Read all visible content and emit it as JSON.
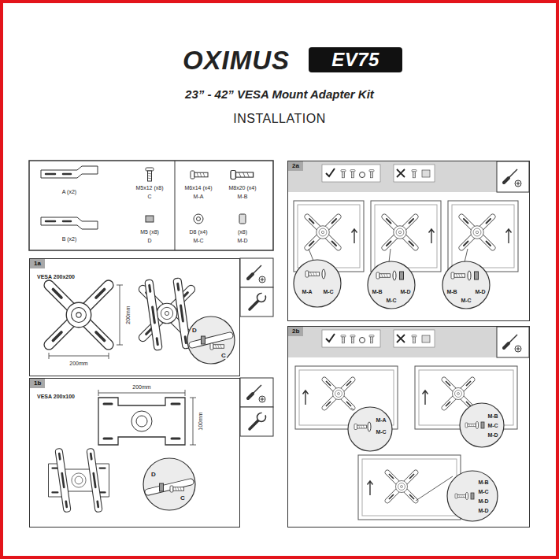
{
  "diagram": {
    "title": "23” - 42” VESA Mount Adapter Kit",
    "nodes": [
      {
        "text": [
          "EV75"
        ]
      },
      {
        "text": [
          "1a",
          "VESA 200x200"
        ]
      },
      {
        "text": [
          "1b",
          "VESA 200x100"
        ]
      },
      {
        "text": [
          "2a"
        ]
      },
      {
        "text": [
          "2b"
        ]
      }
    ],
    "labels": [
      "OXIMUS",
      "INSTALLATION",
      "A (x2)",
      "M5x12 (x8)",
      "C",
      "M6x14 (x4)",
      "M-A",
      "M8x20 (x4)",
      "M-B",
      "B (x2)",
      "M5 (x8)",
      "D",
      "D8 (x4)",
      "M-C",
      "(x8)",
      "M-D",
      "200mm",
      "200mm",
      "D",
      "C",
      "200mm",
      "100mm",
      "D",
      "C",
      "M-A",
      "M-C",
      "M-B",
      "M-C",
      "M-D",
      "M-B",
      "M-C",
      "M-D",
      "M-A",
      "M-C",
      "M-B",
      "M-C",
      "M-D",
      "M-B",
      "M-C",
      "M-D",
      "M-D"
    ]
  }
}
